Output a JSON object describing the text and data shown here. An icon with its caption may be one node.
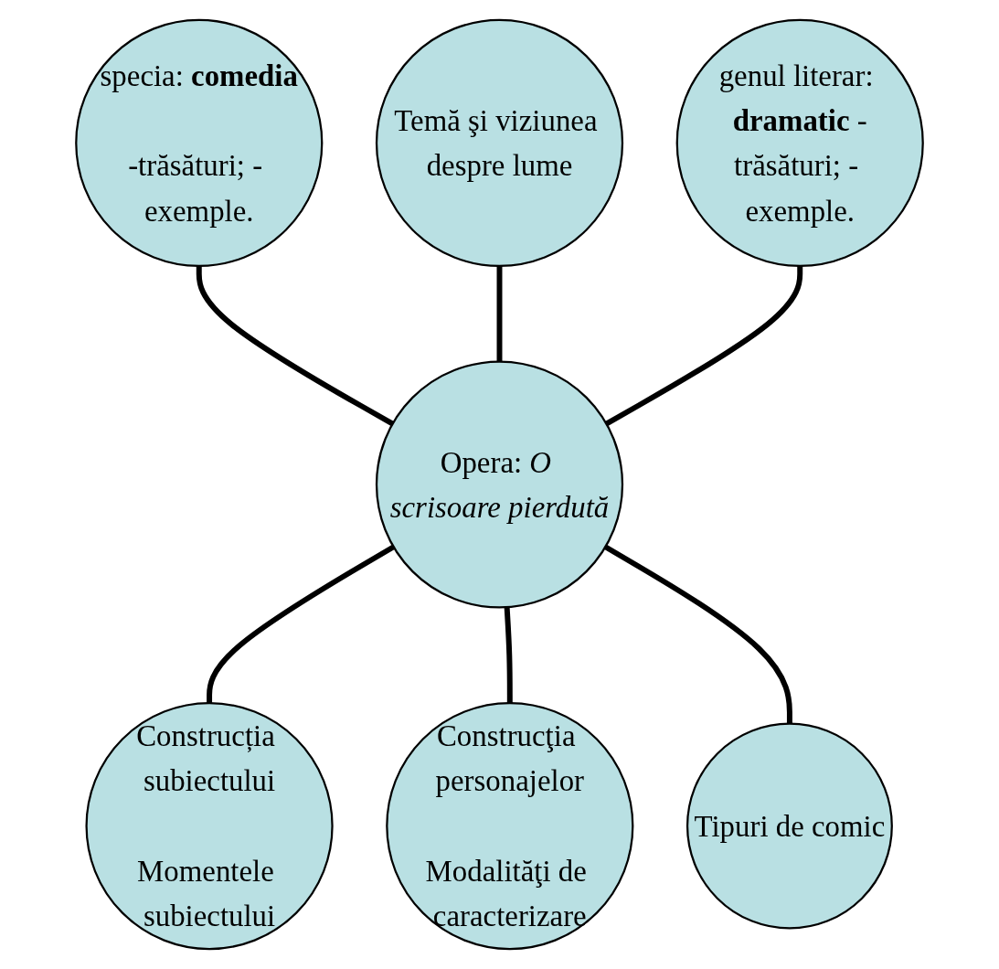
{
  "diagram": {
    "nodes": [
      {
        "text": [
          "specia: **comedia**",
          "-trăsături; - exemple."
        ]
      },
      {
        "text": [
          "Temă şi viziunea despre lume"
        ]
      },
      {
        "text": [
          "genul literar: **dramatic** -trăsături; - exemple."
        ]
      },
      {
        "text": [
          "Opera: *O scrisoare pierdută*"
        ]
      },
      {
        "text": [
          "Construcția subiectului",
          "Momentele subiectului"
        ]
      },
      {
        "text": [
          "Construcţia personajelor",
          "Modalităţi de caracterizare"
        ]
      },
      {
        "text": [
          "Tipuri de comic"
        ]
      }
    ],
    "edges": [
      {
        "from": 3,
        "to": 0,
        "arrow": "none"
      },
      {
        "from": 3,
        "to": 1,
        "arrow": "none"
      },
      {
        "from": 3,
        "to": 2,
        "arrow": "none"
      },
      {
        "from": 3,
        "to": 4,
        "arrow": "none"
      },
      {
        "from": 3,
        "to": 5,
        "arrow": "none"
      },
      {
        "from": 3,
        "to": 6,
        "arrow": "none"
      }
    ]
  }
}
